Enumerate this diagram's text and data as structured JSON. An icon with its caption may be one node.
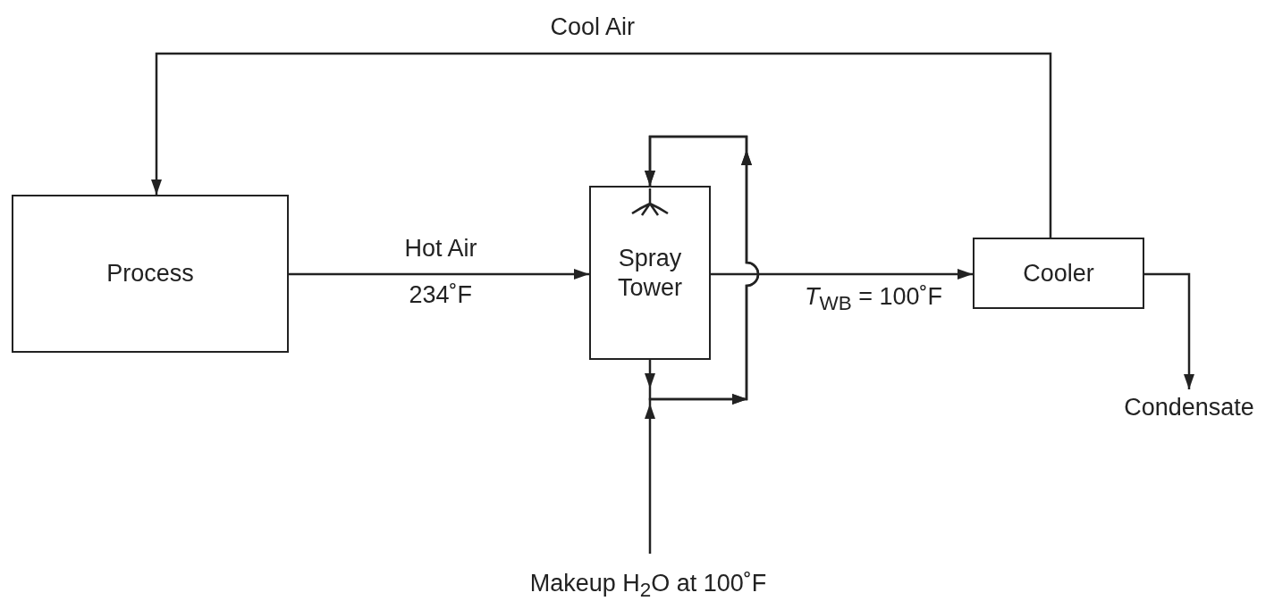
{
  "diagram": {
    "nodes": [
      {
        "text": [
          "Process"
        ]
      },
      {
        "text": [
          "Spray Tower"
        ]
      },
      {
        "text": [
          "Cooler"
        ]
      },
      {
        "text": [
          "Condensate"
        ]
      },
      {
        "text": [
          "Makeup H$_{2}$O at 100˚F"
        ]
      }
    ],
    "edges": [
      {
        "from": 0,
        "to": 1,
        "arrow": "to",
        "label": "Hot Air"
      },
      {
        "from": 1,
        "to": 2,
        "arrow": "to",
        "label": "*T*$_{WB}$ = 100˚F"
      },
      {
        "from": 2,
        "to": 0,
        "arrow": "to",
        "label": "Cool Air"
      },
      {
        "from": 2,
        "to": 3,
        "arrow": "to"
      },
      {
        "from": 1,
        "to": 1,
        "arrow": "to"
      },
      {
        "from": 4,
        "to": 1,
        "arrow": "to"
      }
    ],
    "labels": [
      "234˚F"
    ]
  }
}
